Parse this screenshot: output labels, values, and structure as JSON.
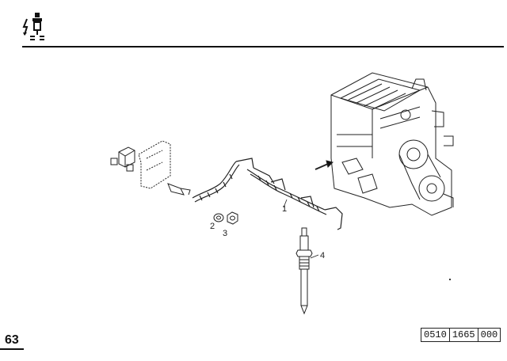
{
  "header": {
    "icon": "glow-plug-electrical-icon"
  },
  "callouts": {
    "c1": "1",
    "c2": "2",
    "c3": "3",
    "c4": "4"
  },
  "footer": {
    "page_number": "63",
    "reference": {
      "part1": "0510",
      "part2": "1665",
      "part3": "000"
    }
  }
}
